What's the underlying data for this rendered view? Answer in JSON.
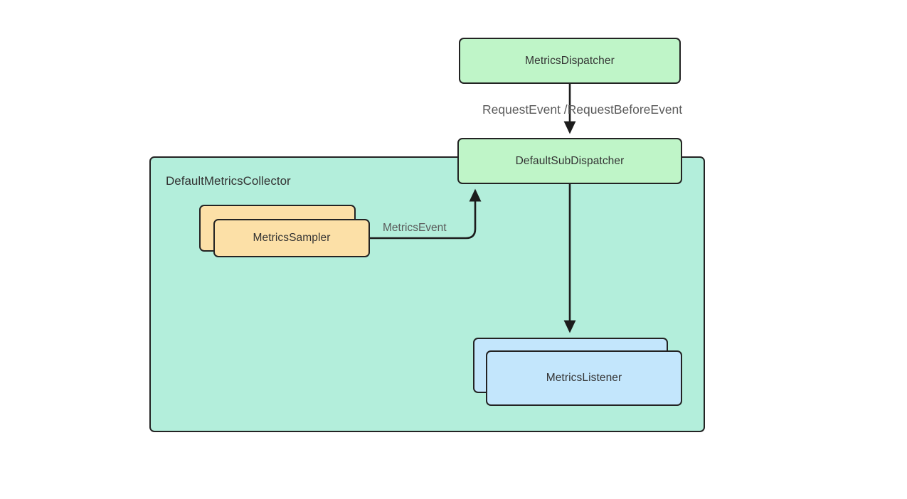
{
  "diagram": {
    "type": "component-diagram",
    "background": "#ffffff",
    "colors": {
      "container_fill": "#b3eedb",
      "green_node_fill": "#bff5c8",
      "orange_node_fill": "#fce0a7",
      "blue_node_fill": "#c3e6fc",
      "stroke": "#232323",
      "node_text": "#333333",
      "edge_label_text": "#5a5a5a"
    },
    "container": {
      "label": "DefaultMetricsCollector"
    },
    "nodes": [
      {
        "id": "metrics-dispatcher",
        "label": "MetricsDispatcher",
        "style": "green",
        "stacked": false
      },
      {
        "id": "default-sub-dispatcher",
        "label": "DefaultSubDispatcher",
        "style": "green",
        "stacked": false
      },
      {
        "id": "metrics-sampler",
        "label": "MetricsSampler",
        "style": "orange",
        "stacked": true
      },
      {
        "id": "metrics-listener",
        "label": "MetricsListener",
        "style": "blue",
        "stacked": true
      }
    ],
    "edges": [
      {
        "id": "dispatcher-to-subdispatcher",
        "from": "metrics-dispatcher",
        "to": "default-sub-dispatcher",
        "label": "RequestEvent /RequestBeforeEvent"
      },
      {
        "id": "sampler-to-subdispatcher",
        "from": "metrics-sampler",
        "to": "default-sub-dispatcher",
        "label": "MetricsEvent"
      },
      {
        "id": "subdispatcher-to-listener",
        "from": "default-sub-dispatcher",
        "to": "metrics-listener",
        "label": ""
      }
    ]
  }
}
